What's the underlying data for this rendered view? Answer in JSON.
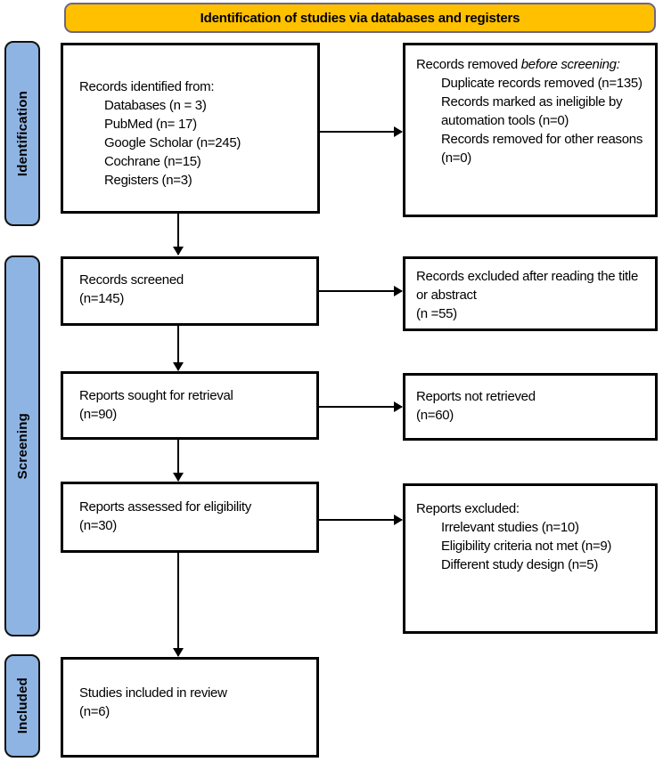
{
  "banner": {
    "label": "Identification of studies via databases and registers"
  },
  "sidebar": {
    "stages": [
      {
        "label": "Identification"
      },
      {
        "label": "Screening"
      },
      {
        "label": "Included"
      }
    ]
  },
  "colors": {
    "banner_fill": "#FFC000",
    "banner_border": "#6E6585",
    "stage_fill": "#8EB4E3",
    "box_border": "#000000"
  },
  "flow": {
    "identified": {
      "title": "Records identified from:",
      "items": [
        "Databases (n = 3)",
        "PubMed (n= 17)",
        "Google Scholar (n=245)",
        "Cochrane (n=15)",
        "Registers (n=3)"
      ]
    },
    "removed": {
      "title_normal": "Records removed ",
      "title_italic": "before screening",
      "title_colon": ":",
      "items": [
        "Duplicate records removed (n=135)",
        "Records marked as ineligible by automation tools (n=0)",
        "Records removed for other reasons (n=0)"
      ]
    },
    "screened": {
      "label": "Records screened",
      "count": "(n=145)"
    },
    "excluded_after_reading": {
      "label": "Records excluded after reading the title or abstract",
      "count": "(n =55)"
    },
    "sought": {
      "label": "Reports sought for retrieval",
      "count": "(n=90)"
    },
    "not_retrieved": {
      "label": "Reports not retrieved",
      "count": "(n=60)"
    },
    "assessed": {
      "label": "Reports assessed for eligibility",
      "count": "(n=30)"
    },
    "reports_excluded": {
      "title": "Reports excluded:",
      "items": [
        "Irrelevant studies (n=10)",
        "Eligibility criteria not met (n=9)",
        "Different study design (n=5)"
      ]
    },
    "included": {
      "label": "Studies included in review",
      "count": "(n=6)"
    }
  }
}
